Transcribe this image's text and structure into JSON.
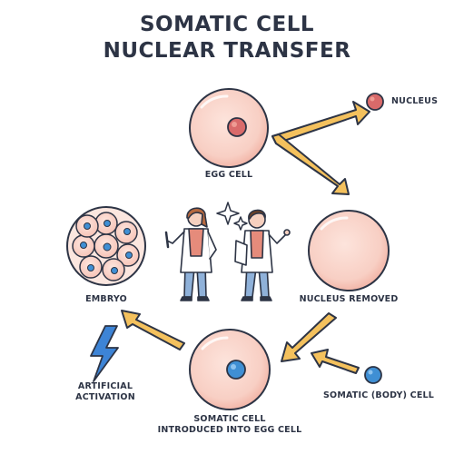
{
  "title": {
    "line1": "SOMATIC CELL",
    "line2": "NUCLEAR TRANSFER"
  },
  "labels": {
    "nucleus": "NUCLEUS",
    "egg_cell": "EGG CELL",
    "nucleus_removed": "NUCLEUS REMOVED",
    "embryo": "EMBRYO",
    "artificial_activation_1": "ARTIFICIAL",
    "artificial_activation_2": "ACTIVATION",
    "somatic_body_cell": "SOMATIC (BODY) CELL",
    "somatic_introduced_1": "SOMATIC CELL",
    "somatic_introduced_2": "INTRODUCED INTO EGG CELL"
  },
  "colors": {
    "outline": "#2d3445",
    "egg_fill": "#f7c9be",
    "egg_inner": "#fbe2da",
    "nucleus_red": "#d96a6a",
    "somatic_blue": "#3f8fd4",
    "arrow_fill": "#f4c15d",
    "bolt_blue": "#3d84d6",
    "scientist_coat": "#ffffff",
    "scientist_shirt": "#e58b7b",
    "scientist_pants": "#8fb1d9"
  },
  "icons": [
    "egg-cell-icon",
    "nucleus-icon",
    "embryo-icon",
    "lightning-icon",
    "scientists-icon",
    "sparkle-icon",
    "arrow-icon"
  ]
}
